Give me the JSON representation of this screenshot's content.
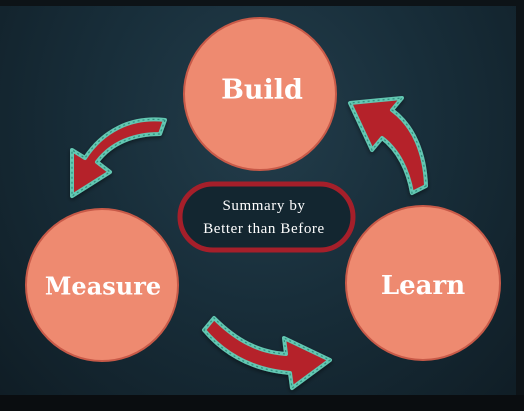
{
  "colors": {
    "node_fill": "#ee8a70",
    "node_stroke": "#c85a48",
    "arrow_fill": "#b5202a",
    "arrow_border": "#63c7b2",
    "summary_border": "#a51f2a",
    "background": "#1b3340"
  },
  "nodes": {
    "build": "Build",
    "measure": "Measure",
    "learn": "Learn"
  },
  "summary": {
    "line1": "Summary by",
    "line2": "Better than Before"
  },
  "arrows": [
    {
      "from": "measure",
      "to": "learn"
    },
    {
      "from": "learn",
      "to": "build"
    },
    {
      "from": "build",
      "to": "measure"
    }
  ]
}
